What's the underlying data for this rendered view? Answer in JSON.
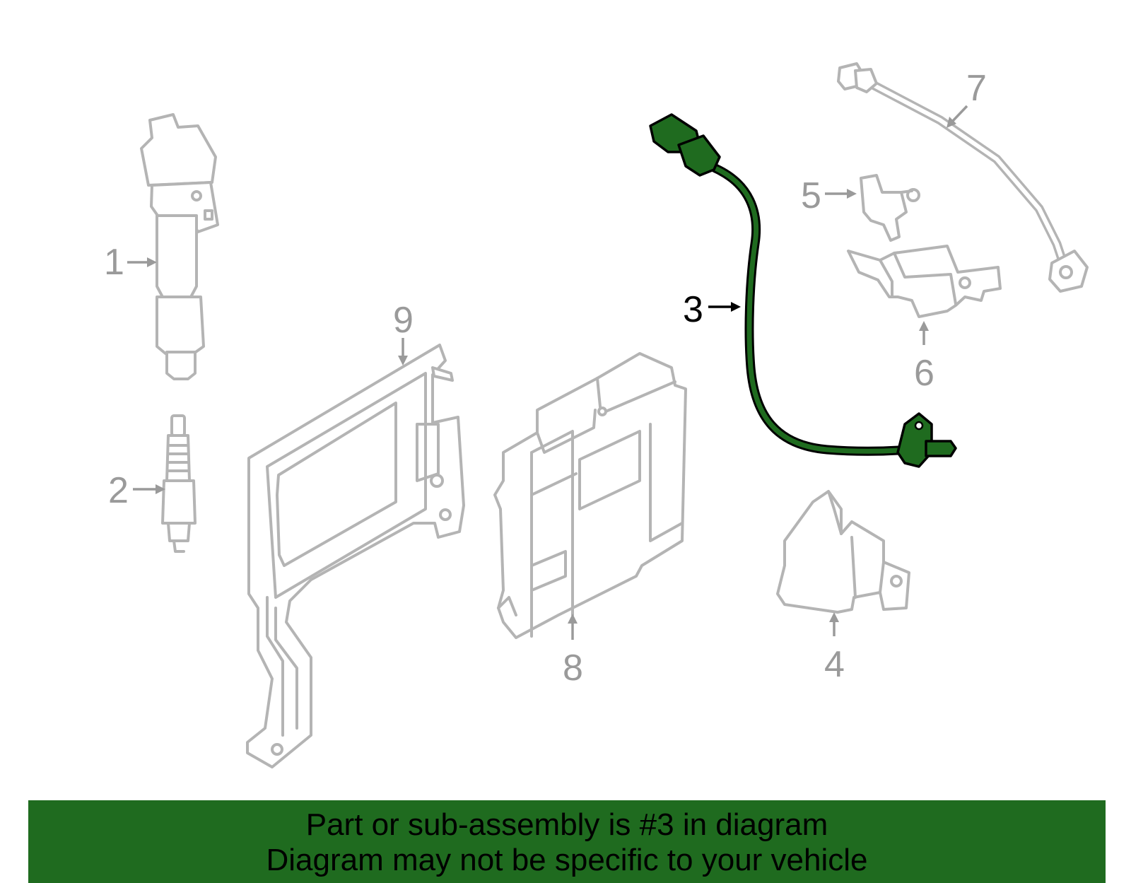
{
  "diagram": {
    "highlight_color": "#1f6b1f",
    "part_outline_color": "#b4b4b4",
    "callouts": {
      "c1": "1",
      "c2": "2",
      "c3": "3",
      "c4": "4",
      "c5": "5",
      "c6": "6",
      "c7": "7",
      "c8": "8",
      "c9": "9"
    },
    "highlighted_part": "3"
  },
  "banner": {
    "line1": "Part or sub-assembly is #3 in diagram",
    "line2": "Diagram may not be specific to your vehicle",
    "background": "#1f6b1f"
  }
}
